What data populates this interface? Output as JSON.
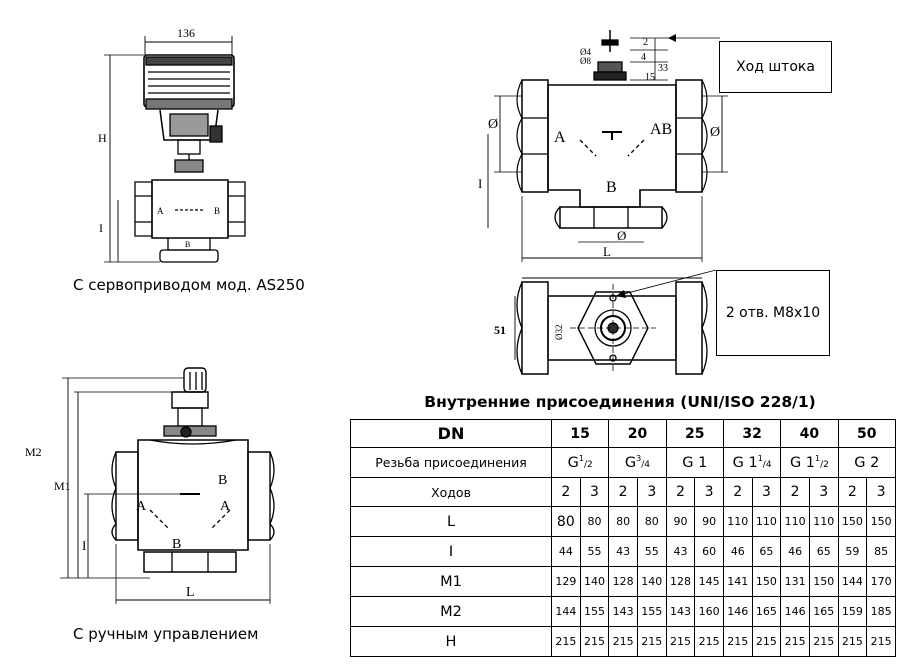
{
  "captions": {
    "actuator": "С сервоприводом мод. AS250",
    "manual": "С ручным управлением"
  },
  "callouts": {
    "stroke": "Ход штока",
    "holes": "2 отв. М8х10"
  },
  "drawing_labels": {
    "width_136": "136",
    "H": "H",
    "I": "I",
    "M2": "M2",
    "M1": "M1",
    "L": "L",
    "port_A": "A",
    "port_B": "B",
    "port_AB": "AB",
    "dia": "Ø",
    "d4": "Ø4",
    "d8": "Ø8",
    "d32": "Ø32",
    "dim_2": "2",
    "dim_4": "4",
    "dim_33": "33",
    "dim_15": "15",
    "dim_51": "51"
  },
  "table": {
    "title": "Внутренние присоединения (UNI/ISO 228/1)",
    "dn_label": "DN",
    "dn": [
      "15",
      "20",
      "25",
      "32",
      "40",
      "50"
    ],
    "thread_label": "Резьба присоединения",
    "threads": [
      {
        "g": "G",
        "sup": "1",
        "sub": "/2"
      },
      {
        "g": "G",
        "sup": "3",
        "sub": "/4"
      },
      {
        "g": "G 1",
        "sup": "",
        "sub": ""
      },
      {
        "g": "G 1",
        "sup": "1",
        "sub": "/4"
      },
      {
        "g": "G 1",
        "sup": "1",
        "sub": "/2"
      },
      {
        "g": "G 2",
        "sup": "",
        "sub": ""
      }
    ],
    "ways_label": "Ходов",
    "ways": [
      "2",
      "3",
      "2",
      "3",
      "2",
      "3",
      "2",
      "3",
      "2",
      "3",
      "2",
      "3"
    ],
    "rows": [
      {
        "label": "L",
        "values": [
          "80",
          "80",
          "80",
          "80",
          "90",
          "90",
          "110",
          "110",
          "110",
          "110",
          "150",
          "150"
        ]
      },
      {
        "label": "I",
        "values": [
          "44",
          "55",
          "43",
          "55",
          "43",
          "60",
          "46",
          "65",
          "46",
          "65",
          "59",
          "85"
        ]
      },
      {
        "label": "M1",
        "values": [
          "129",
          "140",
          "128",
          "140",
          "128",
          "145",
          "141",
          "150",
          "131",
          "150",
          "144",
          "170"
        ]
      },
      {
        "label": "M2",
        "values": [
          "144",
          "155",
          "143",
          "155",
          "143",
          "160",
          "146",
          "165",
          "146",
          "165",
          "159",
          "185"
        ]
      },
      {
        "label": "H",
        "values": [
          "215",
          "215",
          "215",
          "215",
          "215",
          "215",
          "215",
          "215",
          "215",
          "215",
          "215",
          "215"
        ]
      }
    ]
  }
}
